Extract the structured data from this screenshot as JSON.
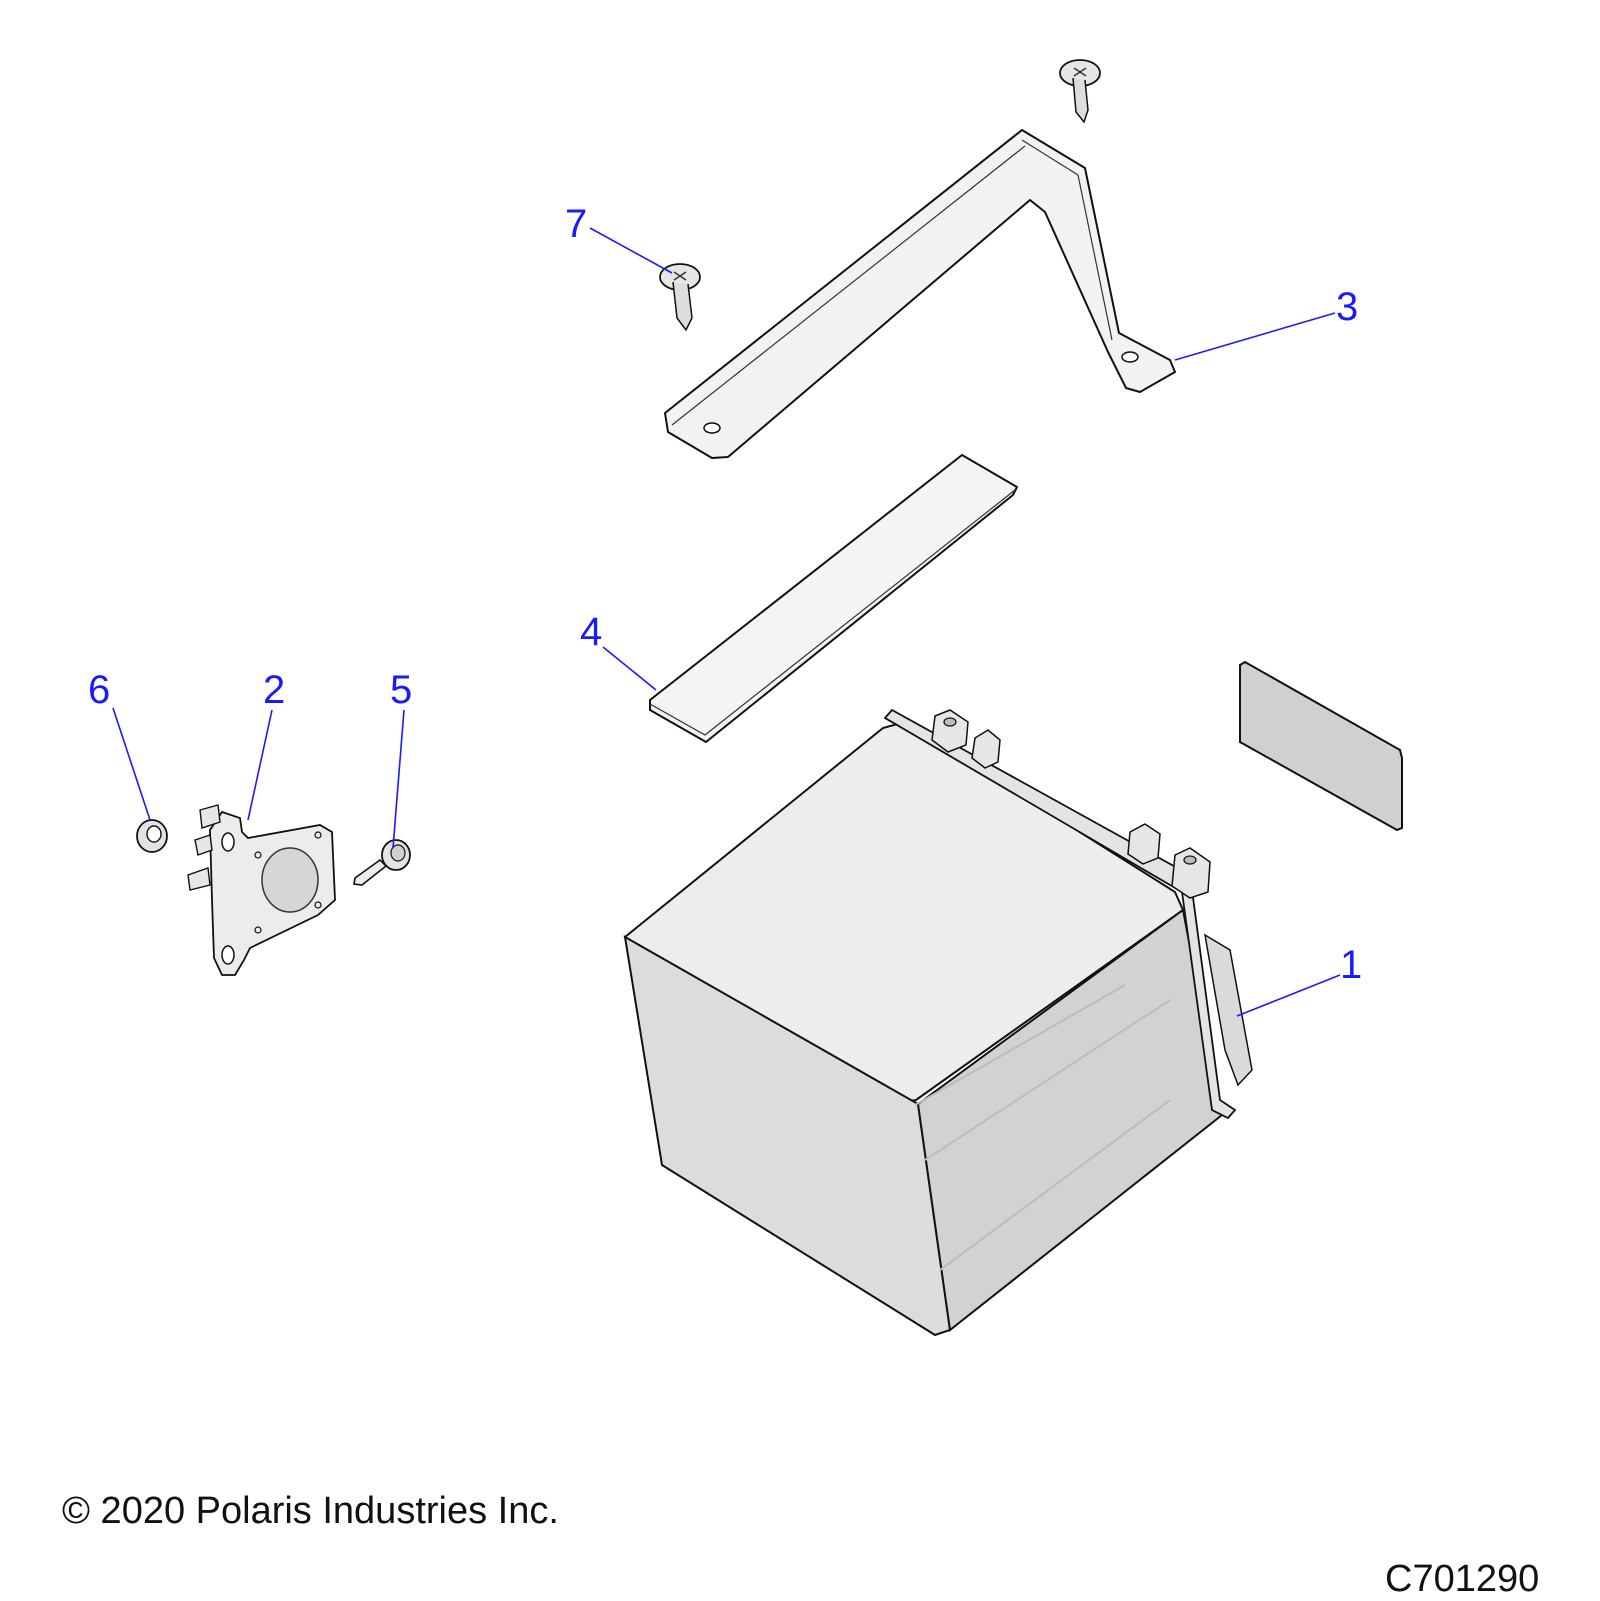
{
  "callouts": {
    "part1": "1",
    "part2": "2",
    "part3": "3",
    "part4": "4",
    "part5": "5",
    "part6": "6",
    "part7": "7"
  },
  "footer": {
    "copyright": "© 2020 Polaris Industries Inc.",
    "drawing_id": "C701290"
  },
  "colors": {
    "callout": "#1a1aff",
    "part_fill": "#e6e6e6",
    "part_shade": "#cfcfcf",
    "outline": "#111111"
  }
}
